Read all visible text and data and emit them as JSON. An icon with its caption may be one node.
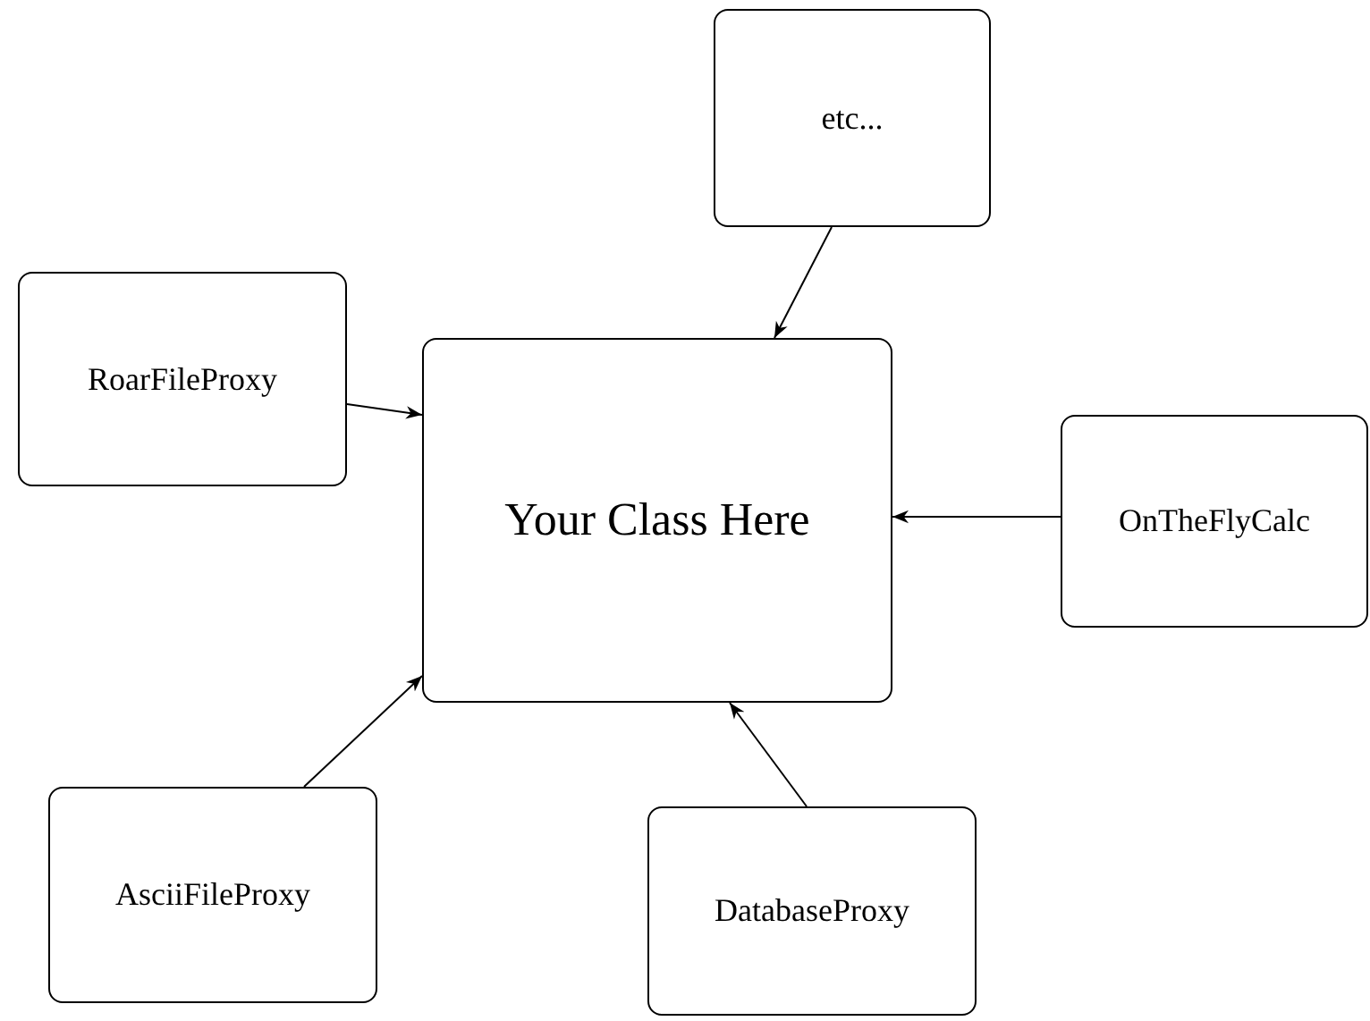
{
  "diagram": {
    "nodes": [
      {
        "text": [
          "etc..."
        ]
      },
      {
        "text": [
          "RoarFileProxy"
        ]
      },
      {
        "text": [
          "Your Class Here"
        ]
      },
      {
        "text": [
          "OnTheFlyCalc"
        ]
      },
      {
        "text": [
          "AsciiFileProxy"
        ]
      },
      {
        "text": [
          "DatabaseProxy"
        ]
      }
    ],
    "edges": [
      {
        "from": 0,
        "to": 2,
        "arrow": "to"
      },
      {
        "from": 1,
        "to": 2,
        "arrow": "to"
      },
      {
        "from": 3,
        "to": 2,
        "arrow": "to"
      },
      {
        "from": 4,
        "to": 2,
        "arrow": "to"
      },
      {
        "from": 5,
        "to": 2,
        "arrow": "to"
      }
    ]
  }
}
